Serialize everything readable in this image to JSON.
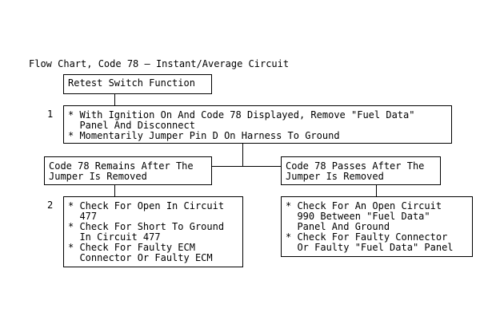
{
  "title": "Flow Chart, Code 78 – Instant/Average Circuit",
  "steps": {
    "retest": {
      "lines": [
        "Retest Switch Function"
      ]
    },
    "step1": {
      "number": "1",
      "lines": [
        "* With Ignition On And Code 78 Displayed, Remove \"Fuel Data\"",
        "  Panel And Disconnect",
        "* Momentarily Jumper Pin D On Harness To Ground"
      ]
    },
    "remains": {
      "lines": [
        "Code 78 Remains After The",
        "Jumper Is Removed"
      ]
    },
    "passes": {
      "lines": [
        "Code 78 Passes After The",
        "Jumper Is Removed"
      ]
    },
    "step2_left": {
      "number": "2",
      "lines": [
        "* Check For Open In Circuit",
        "  477",
        "* Check For Short To Ground",
        "  In Circuit 477",
        "* Check For Faulty ECM",
        "  Connector Or Faulty ECM"
      ]
    },
    "step2_right": {
      "lines": [
        "* Check For An Open Circuit",
        "  990 Between \"Fuel Data\"",
        "  Panel And Ground",
        "* Check For Faulty Connector",
        "  Or Faulty \"Fuel Data\" Panel"
      ]
    }
  }
}
